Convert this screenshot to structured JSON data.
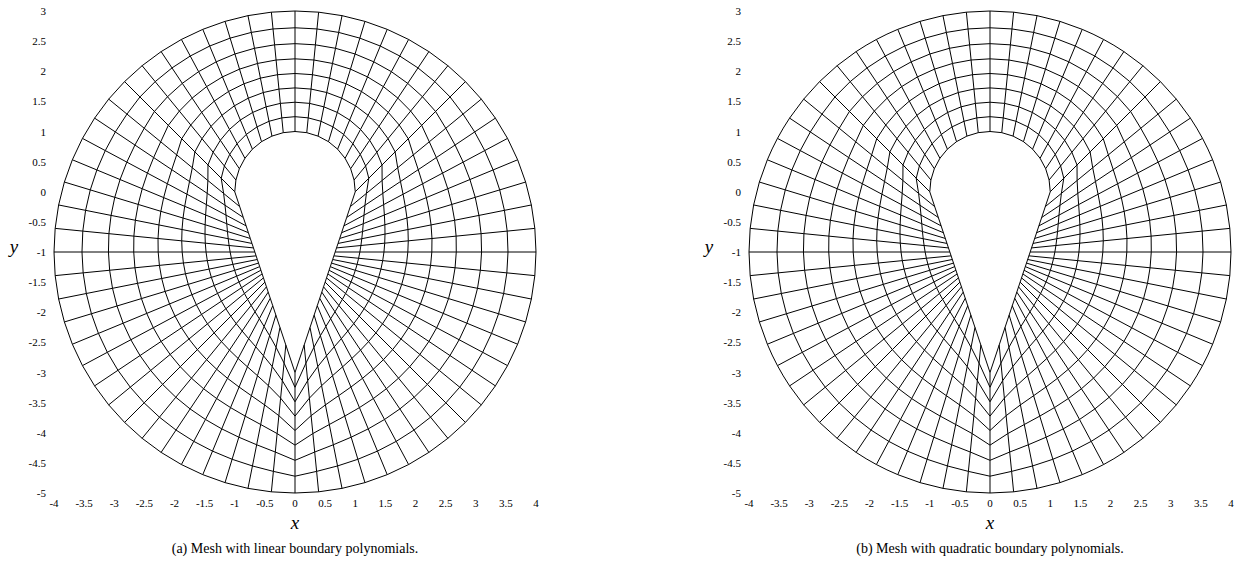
{
  "diagram": {
    "labels": [
      "3",
      "2.5",
      "2",
      "1.5",
      "1",
      "0.5",
      "0",
      "-0.5",
      "-1",
      "-1.5",
      "-2",
      "-2.5",
      "-3",
      "-3.5",
      "-4",
      "-4.5",
      "-5",
      "-4",
      "-3.5",
      "-3",
      "-2.5",
      "-2",
      "-1.5",
      "-1",
      "-0.5",
      "0",
      "0.5",
      "1",
      "1.5",
      "2",
      "2.5",
      "3",
      "3.5",
      "4",
      "y",
      "x",
      "(a) Mesh with linear boundary polynomials.",
      "3",
      "2.5",
      "2",
      "1.5",
      "1",
      "0.5",
      "0",
      "-0.5",
      "-1",
      "-1.5",
      "-2",
      "-2.5",
      "-3",
      "-3.5",
      "-4",
      "-4.5",
      "-5",
      "-4",
      "-3.5",
      "-3",
      "-2.5",
      "-2",
      "-1.5",
      "-1",
      "-0.5",
      "0",
      "0.5",
      "1",
      "1.5",
      "2",
      "2.5",
      "3",
      "3.5",
      "4",
      "y",
      "x",
      "(b) Mesh with quadratic boundary polynomials."
    ]
  }
}
